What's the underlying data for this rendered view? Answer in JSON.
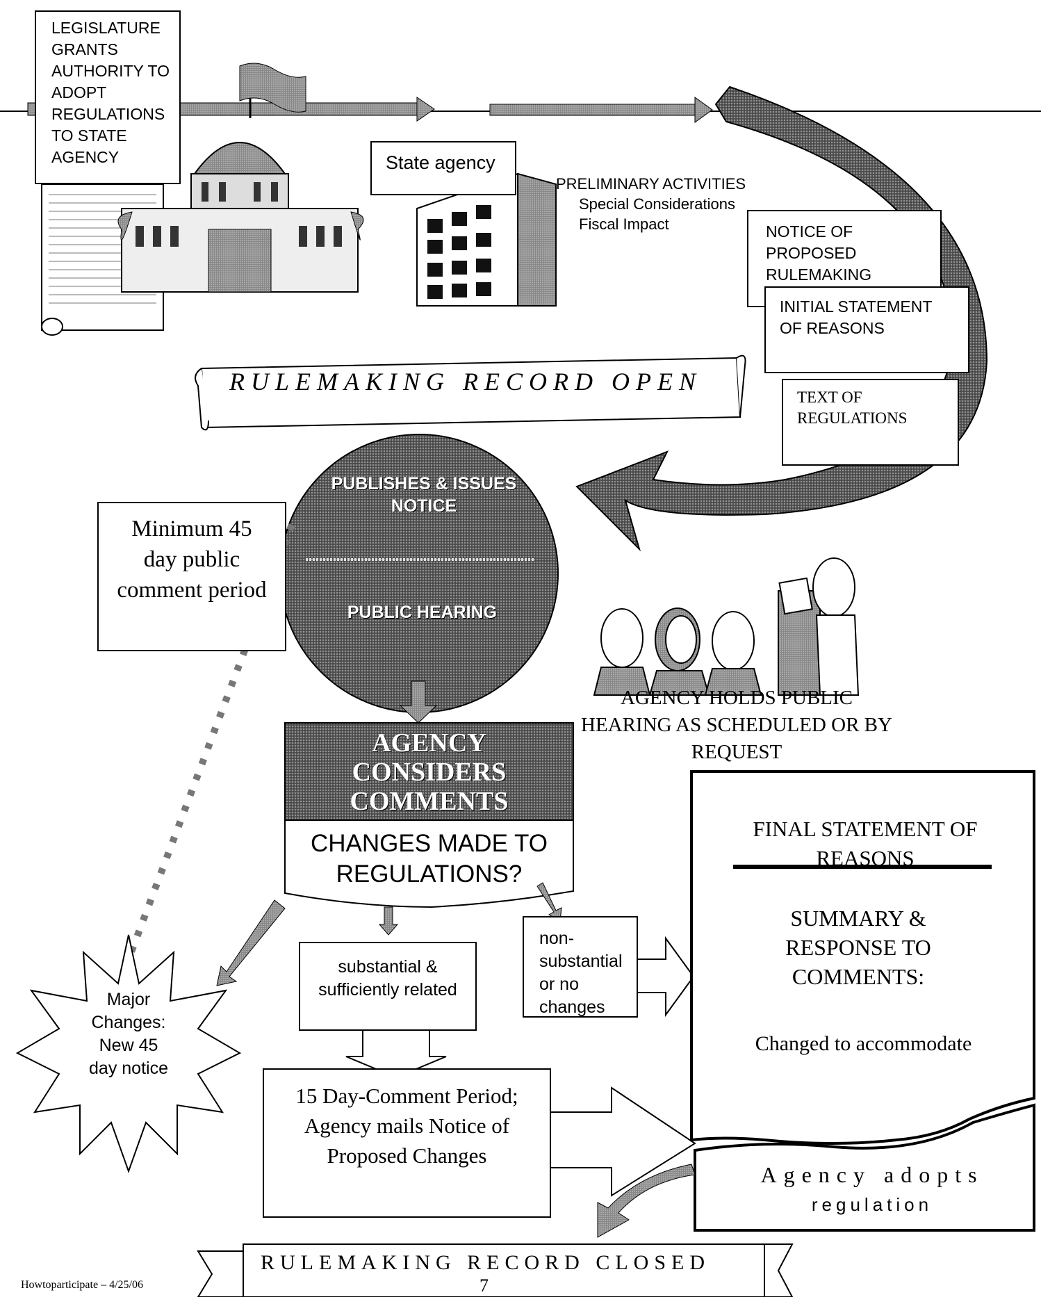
{
  "legislature": {
    "text": "LEGISLATURE GRANTS AUTHORITY TO ADOPT REGULATIONS TO STATE AGENCY"
  },
  "agency": {
    "label": "State agency"
  },
  "preliminary": {
    "title": "PRELIMINARY ACTIVITIES",
    "line1": "Special Considerations",
    "line2": "Fiscal Impact"
  },
  "notice": {
    "proposed": "NOTICE OF PROPOSED RULEMAKING",
    "initial": "INITIAL STATEMENT OF REASONS",
    "text_regs": "TEXT OF REGULATIONS"
  },
  "record_open": "RULEMAKING RECORD OPEN",
  "circle": {
    "publishes": "PUBLISHES & ISSUES NOTICE",
    "hearing": "PUBLIC HEARING"
  },
  "minimum": "Minimum 45 day public comment period",
  "hearing_caption": "AGENCY HOLDS PUBLIC HEARING AS SCHEDULED OR BY REQUEST",
  "considers": "AGENCY CONSIDERS COMMENTS",
  "changes_q": "CHANGES MADE TO REGULATIONS?",
  "major": "Major Changes: New 45 day notice",
  "substantial": "substantial & sufficiently related",
  "nonsub": "non-substantial or no changes",
  "fifteen": "15 Day-Comment Period; Agency mails Notice of Proposed Changes",
  "final": {
    "title": "FINAL STATEMENT OF REASONS",
    "summary": "SUMMARY & RESPONSE TO COMMENTS:",
    "changed": "Changed to accommodate"
  },
  "adopts": {
    "line1": "Agency adopts",
    "line2": "regulation"
  },
  "record_closed": "RULEMAKING RECORD CLOSED",
  "footer": "Howtoparticipate – 4/25/06",
  "page_number": "7"
}
